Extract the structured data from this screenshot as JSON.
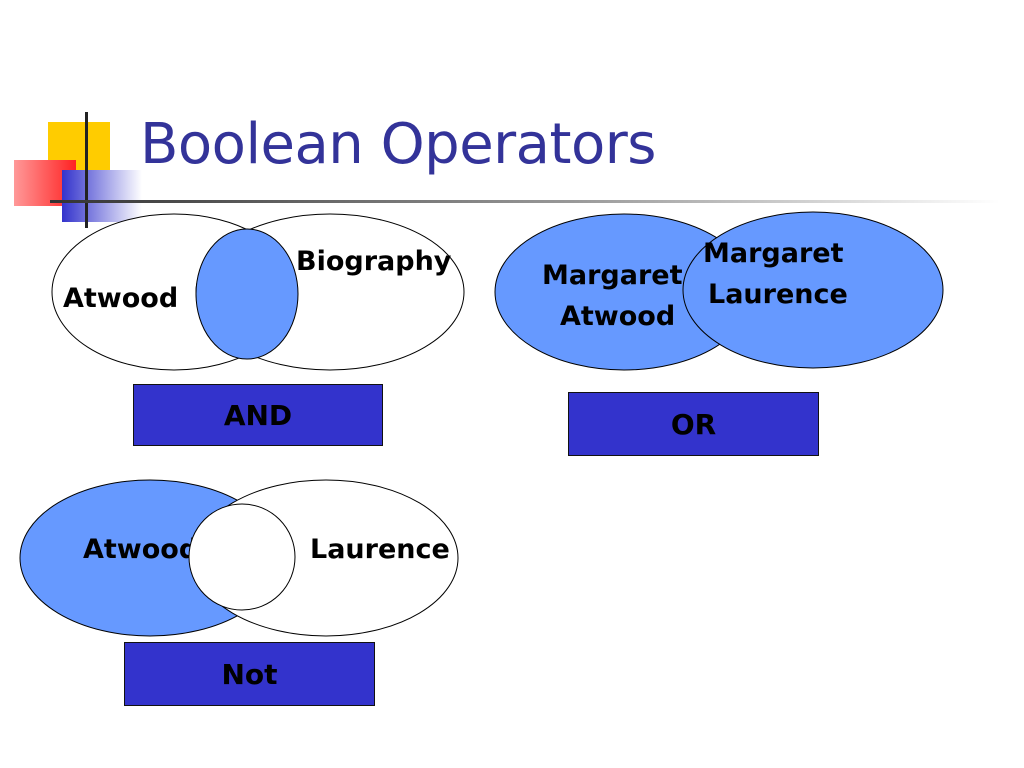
{
  "slide": {
    "title": "Boolean Operators"
  },
  "colors": {
    "title": "#333399",
    "highlight": "#6699ff",
    "operator_box": "#3333cc",
    "deco_yellow": "#ffcc00",
    "deco_red": "#ff3333",
    "deco_blue": "#3333cc"
  },
  "diagrams": {
    "and": {
      "left_term": "Atwood",
      "right_term": "Biography",
      "operator": "AND"
    },
    "or": {
      "left_term_line1": "Margaret",
      "left_term_line2": "Atwood",
      "right_term_line1": "Margaret",
      "right_term_line2": "Laurence",
      "operator": "OR"
    },
    "not": {
      "left_term": "Atwood",
      "right_term": "Laurence",
      "operator": "Not"
    }
  }
}
